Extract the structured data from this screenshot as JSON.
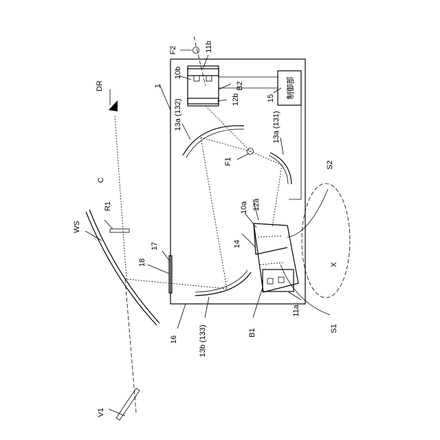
{
  "labels": {
    "F2": "F2",
    "11b": "11b",
    "10b": "10b",
    "B2": "B2",
    "12b": "12b",
    "unit_1": "1",
    "DR": "DR",
    "control": "制御部",
    "ref_15": "15",
    "13a_132": "13a (132)",
    "13a_131": "13a (131)",
    "F1": "F1",
    "S2": "S2",
    "C": "C",
    "R1": "R1",
    "WS": "WS",
    "12a": "12a",
    "10a": "10a",
    "17": "17",
    "14": "14",
    "18": "18",
    "X": "X",
    "11a": "11a",
    "16": "16",
    "B1": "B1",
    "S1": "S1",
    "13b_133": "13b (133)",
    "V1": "V1"
  }
}
